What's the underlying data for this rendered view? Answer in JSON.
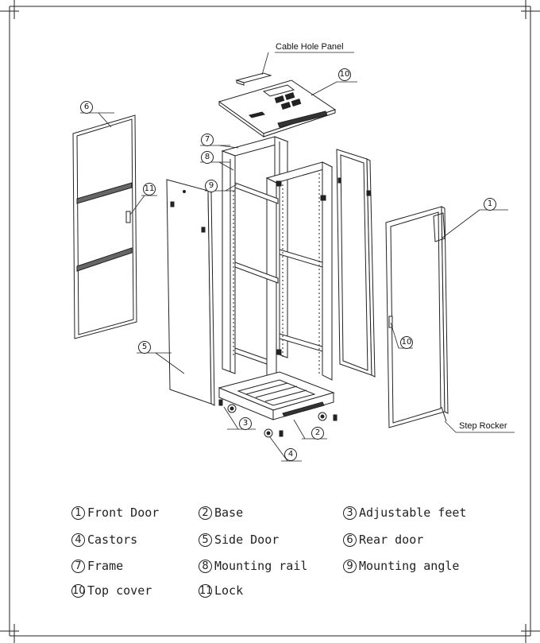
{
  "callouts": {
    "cable_hole_panel": "Cable Hole Panel",
    "step_rocker": "Step Rocker",
    "n1": "1",
    "n2": "2",
    "n3": "3",
    "n4": "4",
    "n5": "5",
    "n6": "6",
    "n7": "7",
    "n8": "8",
    "n9": "9",
    "n10": "10",
    "n11": "11"
  },
  "legend": [
    {
      "num": "1",
      "label": "Front Door"
    },
    {
      "num": "2",
      "label": "Base"
    },
    {
      "num": "3",
      "label": "Adjustable feet"
    },
    {
      "num": "4",
      "label": "Castors"
    },
    {
      "num": "5",
      "label": "Side Door"
    },
    {
      "num": "6",
      "label": "Rear door"
    },
    {
      "num": "7",
      "label": "Frame"
    },
    {
      "num": "8",
      "label": "Mounting rail"
    },
    {
      "num": "9",
      "label": "Mounting angle"
    },
    {
      "num": "10",
      "label": "Top cover"
    },
    {
      "num": "11",
      "label": "Lock"
    }
  ],
  "colors": {
    "line": "#222222",
    "background": "#ffffff"
  }
}
